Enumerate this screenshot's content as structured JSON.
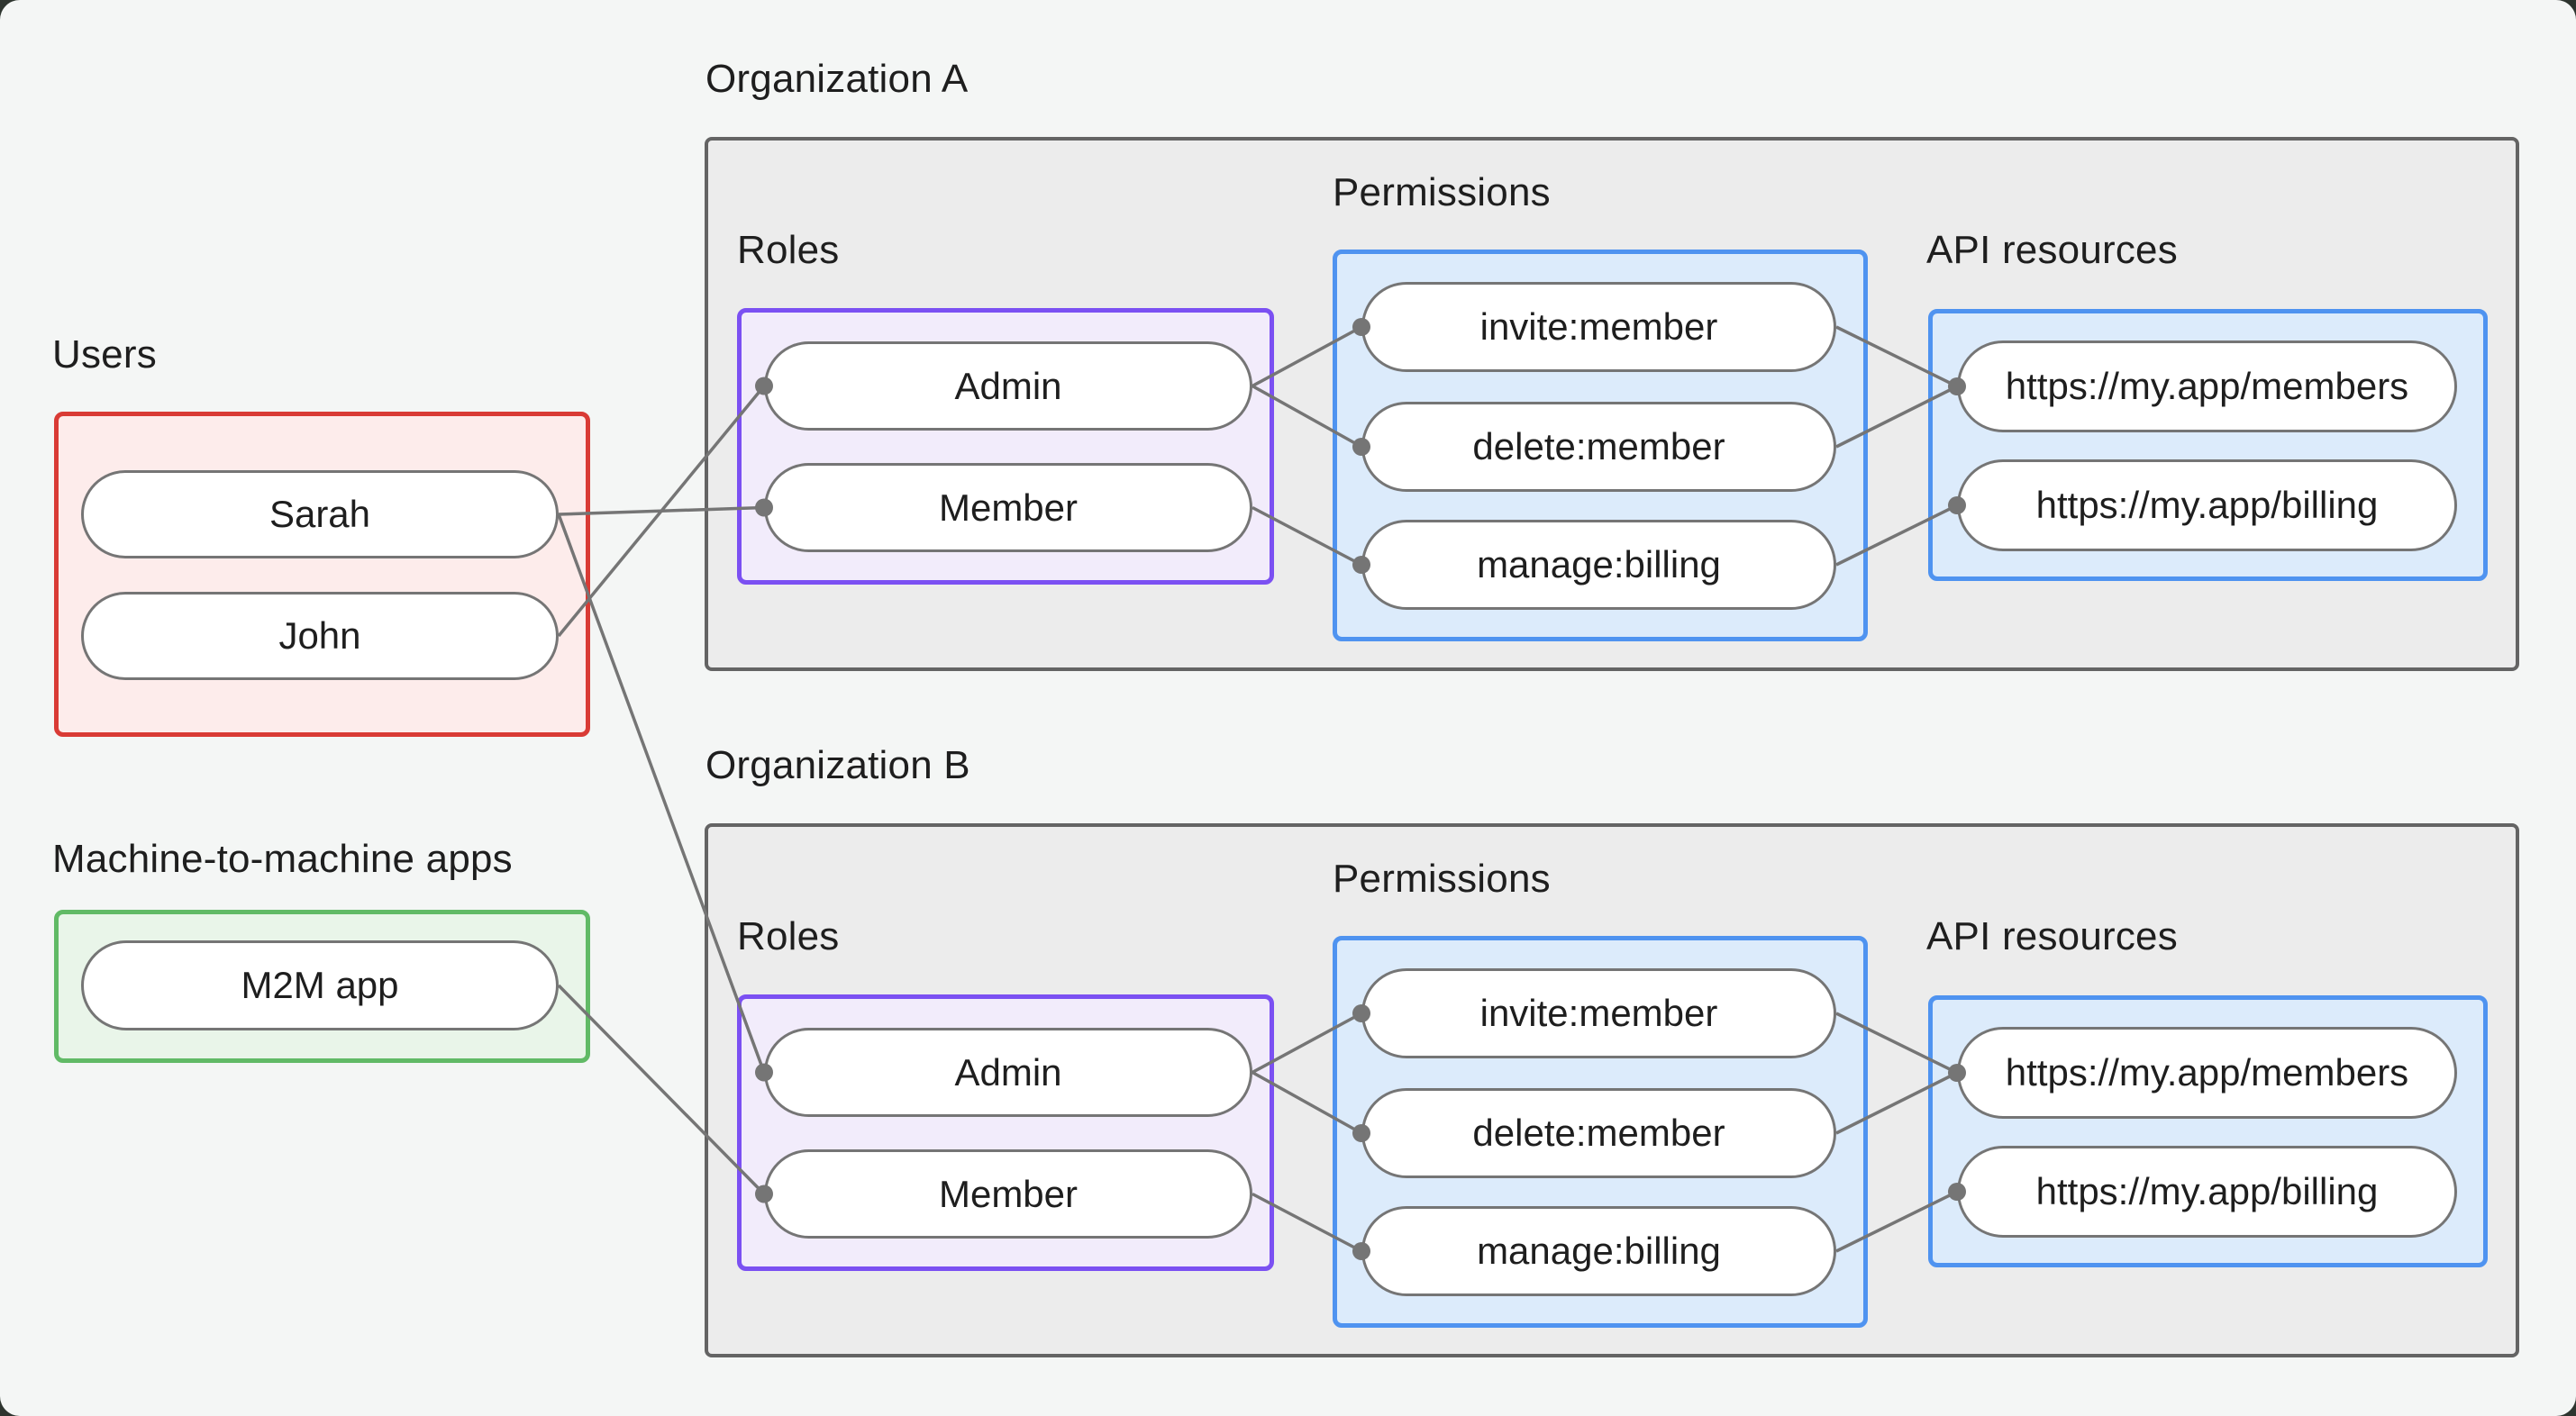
{
  "page": {
    "background": "#f4f6f5",
    "frame_background": "#2e352f"
  },
  "colors": {
    "users_box_border": "#d93b35",
    "users_box_fill": "#fdeceb",
    "m2m_box_border": "#61ba66",
    "m2m_box_fill": "#e9f5e9",
    "roles_box_border": "#7b50f2",
    "roles_box_fill": "#f2ecfb",
    "permissions_box_border": "#4f93f0",
    "permissions_box_fill": "#dcebfb",
    "org_box_border": "#646464",
    "org_box_fill": "#ececec",
    "node_border": "#757575",
    "node_fill": "#ffffff",
    "connector": "#757575",
    "text": "#1e1e1e"
  },
  "groups": {
    "users": {
      "label": "Users",
      "nodes": [
        {
          "label": "Sarah"
        },
        {
          "label": "John"
        }
      ]
    },
    "m2m": {
      "label": "Machine-to-machine apps",
      "nodes": [
        {
          "label": "M2M app"
        }
      ]
    }
  },
  "org_a": {
    "title": "Organization A",
    "roles_label": "Roles",
    "permissions_label": "Permissions",
    "api_label": "API resources",
    "roles": [
      {
        "label": "Admin"
      },
      {
        "label": "Member"
      }
    ],
    "permissions": [
      {
        "label": "invite:member"
      },
      {
        "label": "delete:member"
      },
      {
        "label": "manage:billing"
      }
    ],
    "api_resources": [
      {
        "label": "https://my.app/members"
      },
      {
        "label": "https://my.app/billing"
      }
    ]
  },
  "org_b": {
    "title": "Organization B",
    "roles_label": "Roles",
    "permissions_label": "Permissions",
    "api_label": "API resources",
    "roles": [
      {
        "label": "Admin"
      },
      {
        "label": "Member"
      }
    ],
    "permissions": [
      {
        "label": "invite:member"
      },
      {
        "label": "delete:member"
      },
      {
        "label": "manage:billing"
      }
    ],
    "api_resources": [
      {
        "label": "https://my.app/members"
      },
      {
        "label": "https://my.app/billing"
      }
    ]
  },
  "edges": [
    {
      "from": "users.sarah",
      "to": "org_a.member"
    },
    {
      "from": "users.john",
      "to": "org_a.admin"
    },
    {
      "from": "users.sarah",
      "to": "org_b.admin"
    },
    {
      "from": "m2m.m2m_app",
      "to": "org_b.member"
    },
    {
      "from": "org_a.admin",
      "to": "org_a.invite_member"
    },
    {
      "from": "org_a.admin",
      "to": "org_a.delete_member"
    },
    {
      "from": "org_a.member",
      "to": "org_a.manage_billing"
    },
    {
      "from": "org_a.invite_member",
      "to": "org_a.members_api"
    },
    {
      "from": "org_a.delete_member",
      "to": "org_a.members_api"
    },
    {
      "from": "org_a.manage_billing",
      "to": "org_a.billing_api"
    },
    {
      "from": "org_b.admin",
      "to": "org_b.invite_member"
    },
    {
      "from": "org_b.admin",
      "to": "org_b.delete_member"
    },
    {
      "from": "org_b.member",
      "to": "org_b.manage_billing"
    },
    {
      "from": "org_b.invite_member",
      "to": "org_b.members_api"
    },
    {
      "from": "org_b.delete_member",
      "to": "org_b.members_api"
    },
    {
      "from": "org_b.manage_billing",
      "to": "org_b.billing_api"
    }
  ]
}
